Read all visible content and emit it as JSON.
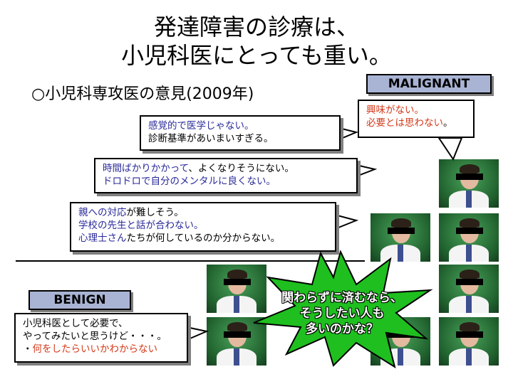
{
  "title_line1": "発達障害の診療は、",
  "title_line2": "小児科医にとっても重い。",
  "subtitle": "○小児科専攻医の意見(2009年)",
  "malignant": {
    "label": "MALIGNANT",
    "line1": "興味がない。",
    "line2a": "必要とは思わない",
    "line2b": "。"
  },
  "bubble1": {
    "line1": "感覚的で医学じゃない。",
    "line2": "診断基準があいまいすぎる。"
  },
  "bubble2": {
    "line1a": "時間ばかりかかって",
    "line1b": "、よくなりそうにない。",
    "line2": "ドロドロで自分のメンタルに良くない。"
  },
  "bubble3": {
    "line1a": "親への対応",
    "line1b": "が難しそう。",
    "line2": "学校の先生と話が合わない。",
    "line3a": "心理士さん",
    "line3b": "たちが何しているのか分からない。"
  },
  "benign": {
    "label": "BENIGN",
    "line1": "小児科医として必要で、",
    "line2": "やってみたいと思うけど・・・。",
    "line3a": "・",
    "line3b": "何をしたらいいかわからない"
  },
  "star": {
    "line1": "関わらずに済むなら、",
    "line2": "そうしたい人も",
    "line3": "多いのかな？"
  },
  "colors": {
    "tag_fill": "#a9b4d4",
    "star_fill": "#1fbf1f",
    "text_blue": "#2a2a9a",
    "text_red": "#d43a1a"
  }
}
